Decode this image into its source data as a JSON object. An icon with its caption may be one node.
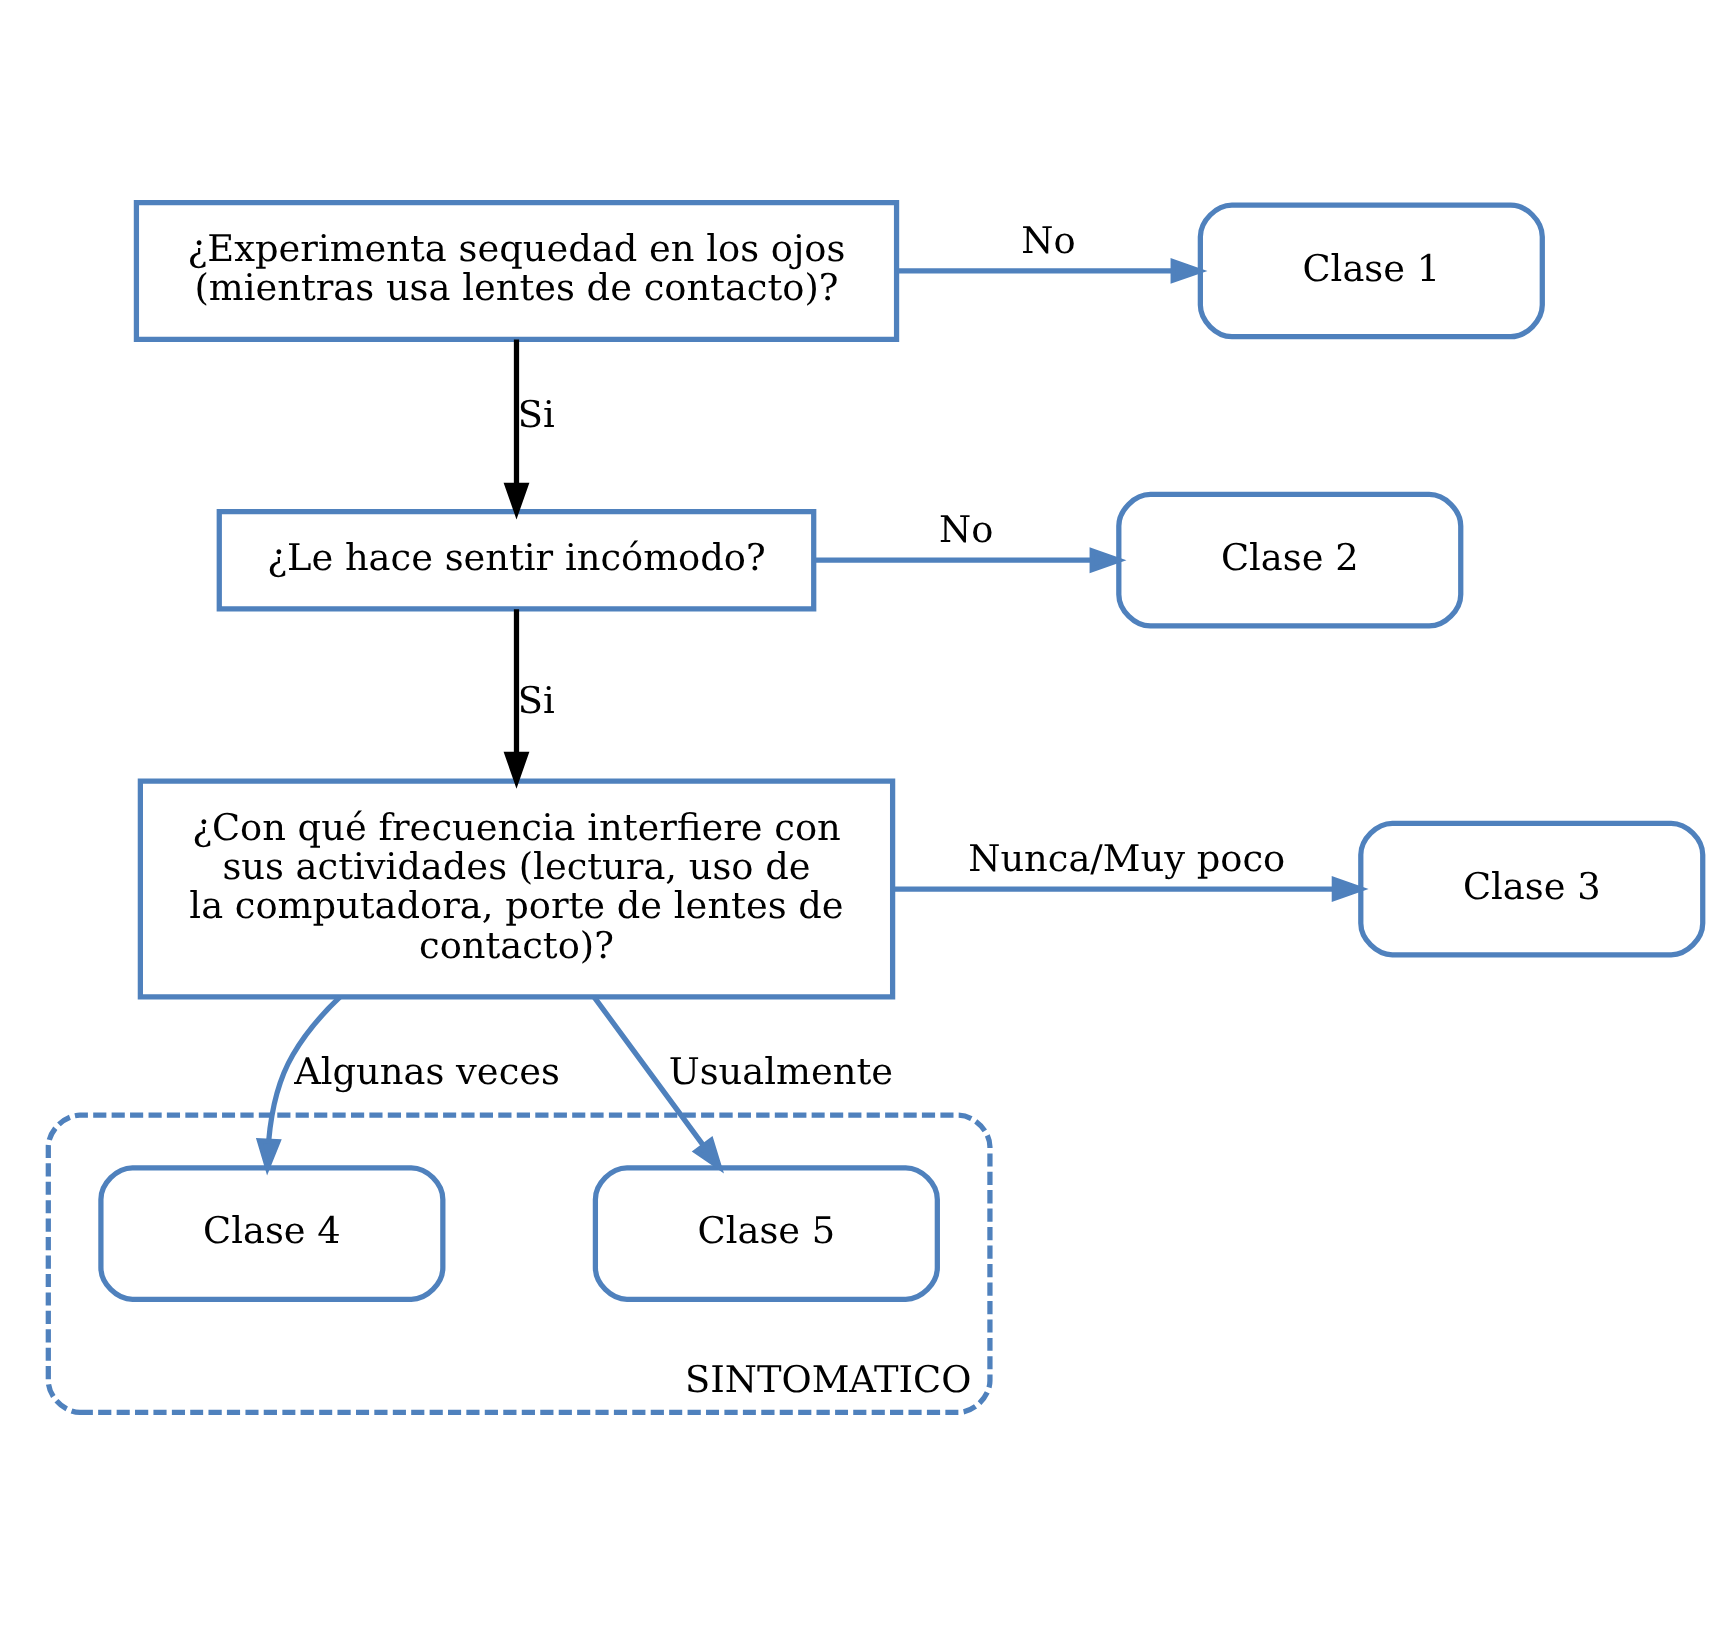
{
  "diagram": {
    "nodes": [
      {
        "text": [
          "¿Experimenta sequedad en los ojos (mientras usa lentes de contacto)?"
        ]
      },
      {
        "text": [
          "Clase 1"
        ]
      },
      {
        "text": [
          "¿Le hace sentir incómodo?"
        ]
      },
      {
        "text": [
          "Clase 2"
        ]
      },
      {
        "text": [
          "¿Con qué frecuencia interfiere con sus actividades (lectura, uso de la computadora, porte de lentes de contacto)?"
        ]
      },
      {
        "text": [
          "Clase 3"
        ]
      },
      {
        "text": [
          "SINTOMATICO"
        ]
      },
      {
        "text": [
          "Clase 4"
        ],
        "in": 6
      },
      {
        "text": [
          "Clase 5"
        ],
        "in": 6
      }
    ],
    "edges": [
      {
        "from": 0,
        "to": 1,
        "arrow": "to",
        "label": "No"
      },
      {
        "from": 0,
        "to": 2,
        "arrow": "to",
        "label": "Si",
        "color": "#000000"
      },
      {
        "from": 2,
        "to": 3,
        "arrow": "to",
        "label": "No"
      },
      {
        "from": 2,
        "to": 4,
        "arrow": "to",
        "label": "Si",
        "color": "#000000"
      },
      {
        "from": 4,
        "to": 5,
        "arrow": "to",
        "label": "Nunca/Muy poco"
      },
      {
        "from": 4,
        "to": 7,
        "arrow": "to",
        "label": "Algunas veces"
      },
      {
        "from": 4,
        "to": 8,
        "arrow": "to",
        "label": "Usualmente"
      }
    ]
  }
}
